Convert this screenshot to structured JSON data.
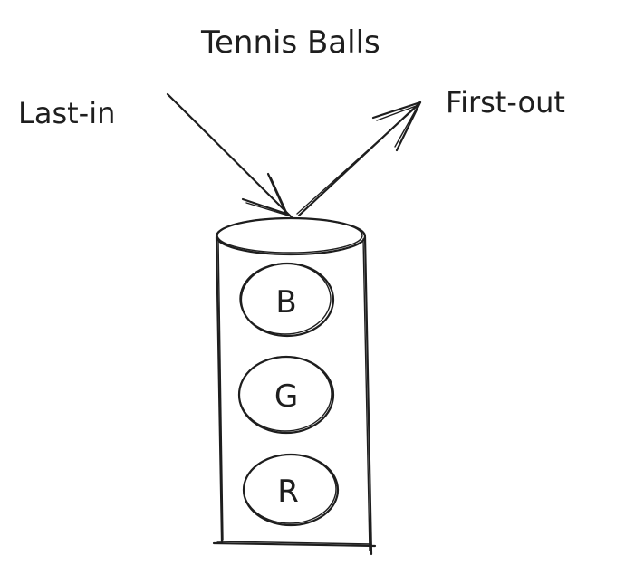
{
  "title": "Tennis Balls",
  "labels": {
    "in": "Last-in",
    "out": "First-out"
  },
  "balls": [
    "B",
    "G",
    "R"
  ],
  "colors": {
    "ink": "#1e1e1e",
    "background": "#ffffff"
  }
}
